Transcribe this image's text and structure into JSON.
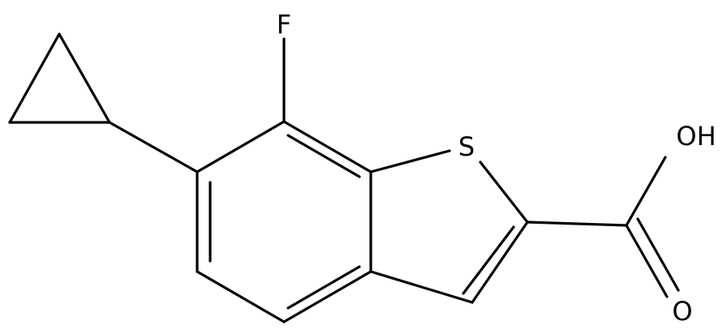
{
  "molecule": {
    "atoms": {
      "fluorine": "F",
      "sulfur": "S",
      "hydroxyl": "OH",
      "carbonyl_oxygen": "O"
    },
    "line_color": "#000000",
    "background": "#ffffff"
  }
}
